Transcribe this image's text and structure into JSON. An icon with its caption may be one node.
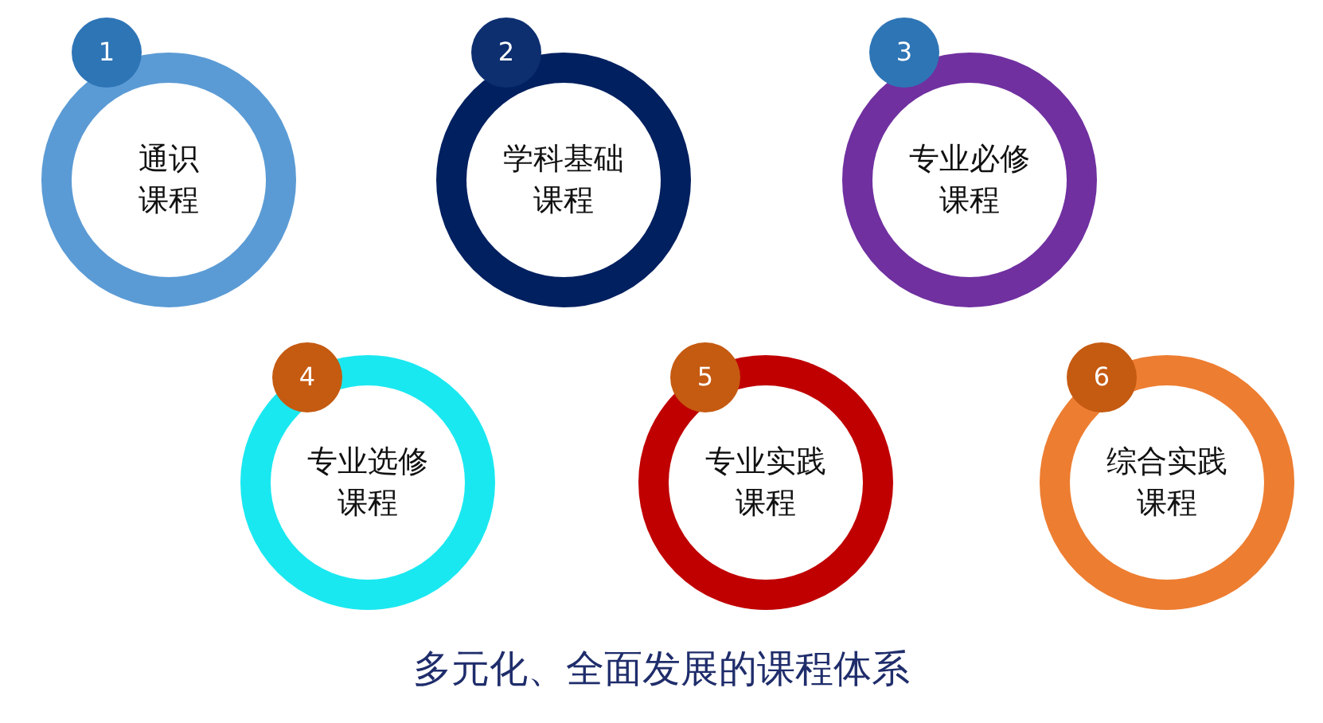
{
  "diagram": {
    "caption": "多元化、全面发展的课程体系",
    "nodes": [
      {
        "text": [
          "1"
        ]
      },
      {
        "text": [
          "通识课程"
        ]
      },
      {
        "text": [
          "2"
        ]
      },
      {
        "text": [
          "学科基础课程"
        ]
      },
      {
        "text": [
          "3"
        ]
      },
      {
        "text": [
          "专业必修课程"
        ]
      },
      {
        "text": [
          "4"
        ]
      },
      {
        "text": [
          "专业选修课程"
        ]
      },
      {
        "text": [
          "5"
        ]
      },
      {
        "text": [
          "专业实践课程"
        ]
      },
      {
        "text": [
          "6"
        ]
      },
      {
        "text": [
          "综合实践课程"
        ]
      }
    ]
  }
}
